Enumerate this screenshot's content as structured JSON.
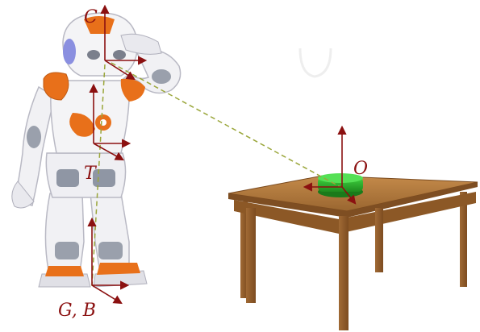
{
  "labels": {
    "camera": "C",
    "torso": "T",
    "ground_base": "G, B",
    "object": "O"
  },
  "colors": {
    "axis": "#8b1010",
    "gaze_line": "#9aa63a",
    "robot_orange": "#e8701a",
    "robot_white": "#f4f4f6",
    "robot_gray": "#9a9aa6",
    "table_top": "#b07a3e",
    "table_legs": "#8e5a2a",
    "object": "#2bb52b"
  }
}
